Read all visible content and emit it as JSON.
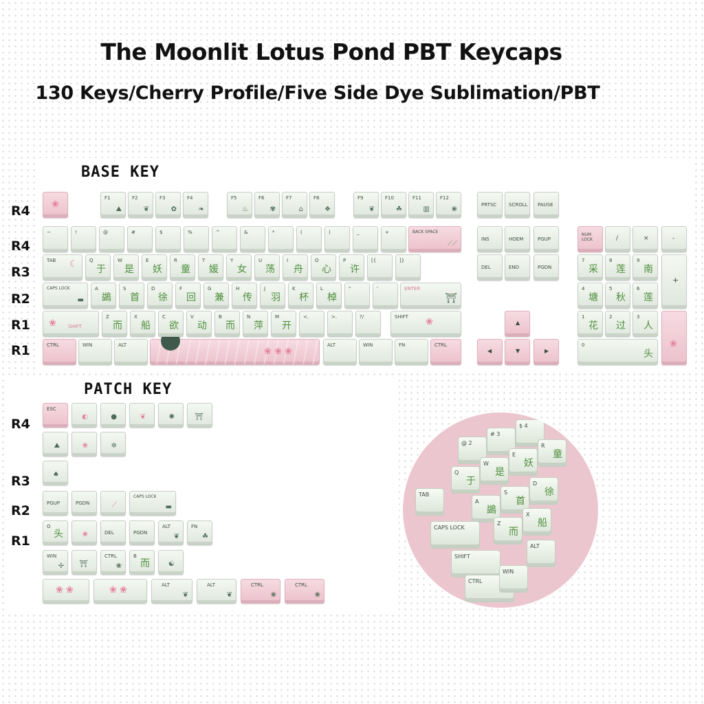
{
  "title": "The Moonlit Lotus Pond PBT Keycaps",
  "subtitle": "130 Keys/Cherry Profile/Five Side Dye Sublimation/PBT",
  "base_section": {
    "title": "BASE KEY",
    "row_labels": [
      "R4",
      "R4",
      "R3",
      "R2",
      "R1",
      "R1"
    ]
  },
  "patch_section": {
    "title": "PATCH KEY",
    "row_labels": [
      "R4",
      "R3",
      "R2",
      "R1"
    ]
  },
  "colors": {
    "pink": "#ebc1cc",
    "green_white": "#e6ede4",
    "ink": "#3f5a4d",
    "accent_green": "#4f8f3e"
  },
  "keys": {
    "fn_row": [
      "F1",
      "F2",
      "F3",
      "F4",
      "F5",
      "F6",
      "F7",
      "F8",
      "F9",
      "F10",
      "F11",
      "F12"
    ],
    "nav_top": [
      "PRTSC",
      "SCROLL",
      "PAUSE"
    ],
    "number_row": [
      "~",
      "!",
      "@",
      "#",
      "$",
      "%",
      "^",
      "&",
      "*",
      "(",
      ")",
      "_",
      "+"
    ],
    "backspace": "BACK SPACE",
    "number_row_hans": [
      "",
      "",
      "",
      "",
      "",
      "",
      "",
      "",
      "",
      "",
      "",
      "",
      ""
    ],
    "nav_mid": [
      "INS",
      "HOEM",
      "PGUP",
      "DEL",
      "END",
      "PGDN"
    ],
    "numpad_top": [
      "NUM LOCK",
      "/",
      "×",
      "-"
    ],
    "tab": "TAB",
    "q_row": [
      "Q",
      "W",
      "E",
      "R",
      "T",
      "Y",
      "U",
      "I",
      "O",
      "P",
      "[{",
      "]}"
    ],
    "q_row_hans": [
      "于",
      "是",
      "妖",
      "童",
      "媛",
      "女",
      "荡",
      "舟",
      "心",
      "许",
      "",
      ""
    ],
    "caps": "CAPS LOCK",
    "a_row": [
      "A",
      "S",
      "D",
      "F",
      "G",
      "H",
      "J",
      "K",
      "L",
      "\"",
      "'"
    ],
    "a_row_hans": [
      "鷁",
      "首",
      "徐",
      "回",
      "兼",
      "传",
      "羽",
      "杯",
      "棹",
      "",
      ""
    ],
    "enter": "ENTER",
    "shift_l": "SHIFT",
    "z_row": [
      "Z",
      "X",
      "C",
      "V",
      "B",
      "N",
      "M",
      "<.",
      ">.",
      "?/"
    ],
    "z_row_hans": [
      "而",
      "船",
      "欲",
      "动",
      "而",
      "萍",
      "开",
      "",
      "",
      ""
    ],
    "shift_r": "SHIFT",
    "numpad_nums": [
      "7",
      "8",
      "9",
      "4",
      "5",
      "6",
      "1",
      "2",
      "3",
      "0"
    ],
    "numpad_hans": [
      "采",
      "莲",
      "南",
      "塘",
      "秋",
      "莲",
      "花",
      "过",
      "人",
      "头"
    ],
    "bottom_row": [
      "CTRL",
      "WIN",
      "ALT",
      "ALT",
      "WIN",
      "FN",
      "CTRL"
    ],
    "arrows": [
      "▲",
      "◀",
      "▼",
      "▶"
    ],
    "plus": "+"
  },
  "patch_keys": {
    "row1": [
      "ESC"
    ],
    "row3": [
      "PGUP",
      "PGDN",
      "",
      "CAPS LOCK"
    ],
    "row4a": [
      "O",
      "",
      "DEL",
      "PGDN",
      "ALT",
      "FN"
    ],
    "row4a_hans": [
      "头",
      "",
      "",
      "",
      "",
      ""
    ],
    "row4b": [
      "WIN",
      "",
      "CTRL",
      "B",
      ""
    ],
    "row4b_hans": [
      "",
      "",
      "",
      "而",
      ""
    ],
    "row5": [
      "",
      "",
      "ALT",
      "ALT",
      "CTRL",
      "CTRL"
    ]
  },
  "photo_keys": [
    {
      "t": "@ 2",
      "c": ""
    },
    {
      "t": "# 3",
      "c": ""
    },
    {
      "t": "$ 4",
      "c": ""
    },
    {
      "t": "Q",
      "c": "于"
    },
    {
      "t": "W",
      "c": "是"
    },
    {
      "t": "E",
      "c": "妖"
    },
    {
      "t": "R",
      "c": "童"
    },
    {
      "t": "TAB",
      "c": ""
    },
    {
      "t": "A",
      "c": "鷁"
    },
    {
      "t": "S",
      "c": "首"
    },
    {
      "t": "D",
      "c": "徐"
    },
    {
      "t": "CAPS LOCK",
      "c": ""
    },
    {
      "t": "Z",
      "c": "而"
    },
    {
      "t": "X",
      "c": "船"
    },
    {
      "t": "SHIFT",
      "c": ""
    },
    {
      "t": "ALT",
      "c": ""
    },
    {
      "t": "CTRL",
      "c": ""
    },
    {
      "t": "WIN",
      "c": ""
    }
  ]
}
